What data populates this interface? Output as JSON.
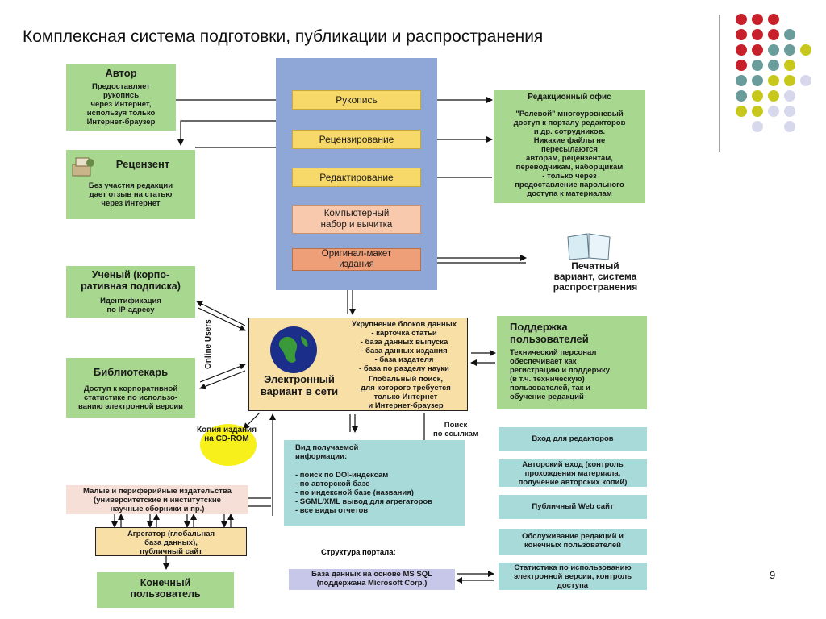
{
  "title": "Комплексная система подготовки, публикации и распространения",
  "page_number": "9",
  "colors": {
    "red": "#c8202a",
    "teal": "#6a9c9c",
    "yellow": "#c8c81c",
    "lavender": "#d8d8ec"
  },
  "author": {
    "heading": "Автор",
    "text": "Предоставляет\nрукопись\nчерез Интернет,\nиспользуя только\nИнтернет-браузер"
  },
  "reviewer": {
    "heading": "Рецензент",
    "text": "Без участия редакции\nдает отзыв на статью\nчерез Интернет"
  },
  "scientist": {
    "heading": "Ученый (корпо-\nративная подписка)",
    "text": "Идентификация\nпо IP-адресу"
  },
  "librarian": {
    "heading": "Библиотекарь",
    "text": "Доступ к корпоративной\nстатистике по использо-\nванию электронной версии"
  },
  "online_users": "Online Users",
  "process": {
    "manuscript": "Рукопись",
    "review": "Рецензирование",
    "editing": "Редактирование",
    "typesetting": "Компьютерный\nнабор и вычитка",
    "layout": "Оригинал-макет\nиздания"
  },
  "editorial_office": {
    "heading": "Редакционный офис",
    "text": "\"Ролевой\" многоуровневый\nдоступ к порталу редакторов\nи др. сотрудников.\nНикакие файлы не\nпересылаются\nавторам, рецензентам,\nпереводчикам, наборщикам\n- только через\nпредоставление парольного\nдоступа к материалам"
  },
  "print_version": "Печатный\nвариант, система\nраспространения",
  "electronic": {
    "blocks": "Укрупнение блоков данных\n- карточка статьи\n- база данных выпуска\n- база данных издания\n- база издателя\n- база по разделу науки",
    "label": "Электронный\nвариант в сети",
    "search": "Глобальный поиск,\nдля которого требуется\nтолько Интернет\nи Интернет-браузер"
  },
  "support": {
    "heading": "Поддержка\nпользователей",
    "text": "Технический персонал\nобеспечивает как\nрегистрацию и поддержку\n(в т.ч. техническую)\nпользователей, так и\nобучение редакций"
  },
  "cdrom": "Копия издания\nна CD-ROM",
  "info_view": {
    "heading": "Вид получаемой\nинформации:",
    "items": "- поиск по DOI-индексам\n- по авторской базе\n- по индексной базе (названия)\n- SGML/XML вывод для агрегаторов\n- все виды отчетов"
  },
  "link_search": "Поиск\nпо ссылкам",
  "publishers": "Малые и периферийные издательства\n(университетские и институтские\nнаучные сборники и пр.)",
  "aggregator": "Агрегатор (глобальная\nбаза данных),\nпубличный сайт",
  "end_user": "Конечный\nпользователь",
  "portal": {
    "caption": "Структура портала:",
    "items": [
      "Вход для редакторов",
      "Авторский вход (контроль\nпрохождения материала,\nполучение авторских копий)",
      "Публичный Web сайт",
      "Обслуживание редакций и\nконечных пользователей",
      "Статистика по использованию\nэлектронной версии, контроль\nдоступа"
    ]
  },
  "database": "База данных на основе MS SQL\n(поддержана Microsoft Corp.)"
}
